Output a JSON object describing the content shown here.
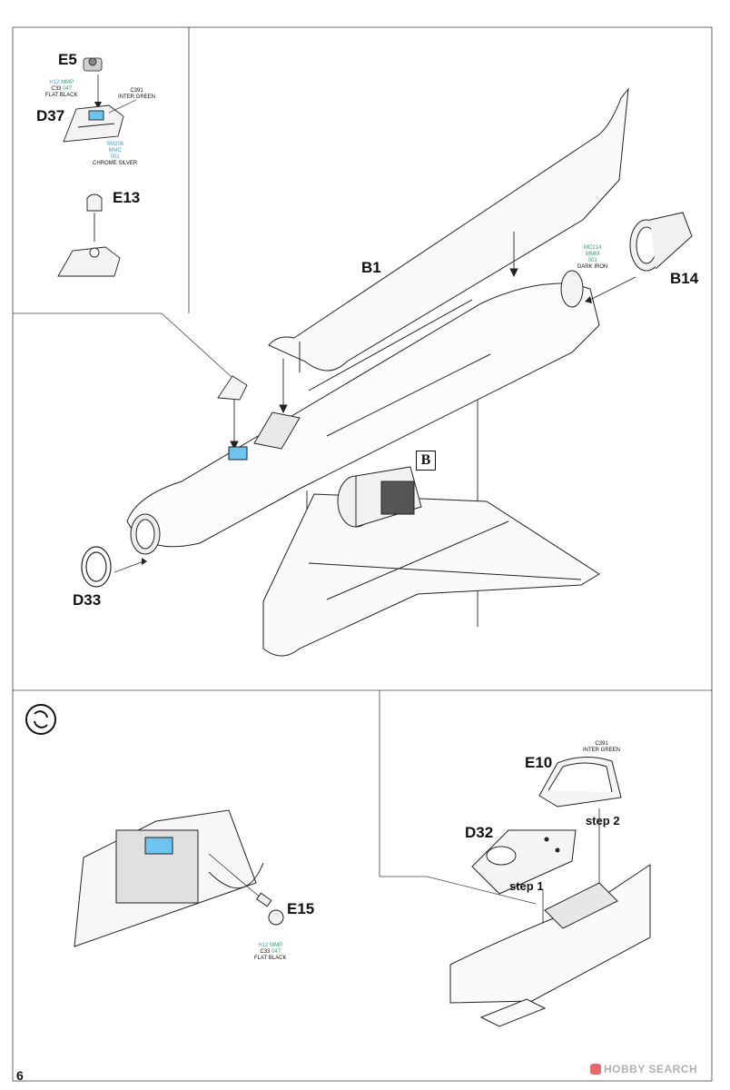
{
  "page": {
    "number": "6"
  },
  "parts": {
    "e5": "E5",
    "d37": "D37",
    "e13": "E13",
    "b1": "B1",
    "b14": "B14",
    "d33": "D33",
    "e15": "E15",
    "e10": "E10",
    "d32": "D32",
    "section_b": "B"
  },
  "paints": {
    "e5_code": "H12",
    "e5_mmp": "MMP",
    "e5_c": "C33",
    "e5_num": "047",
    "e5_name": "FLAT BLACK",
    "d37_c": "C391",
    "d37_name": "INTER GREEN",
    "d37_sm": "SM206",
    "d37_mmc": "MMC",
    "d37_num": "001",
    "d37_name2": "CHROME SILVER",
    "b14_mc": "MC214",
    "b14_mmm": "MMM",
    "b14_num": "001",
    "b14_name": "DARK IRON",
    "e15_code": "H12",
    "e15_mmp": "MMP",
    "e15_c": "C33",
    "e15_num": "047",
    "e15_name": "FLAT BLACK",
    "e10_c": "C391",
    "e10_name": "INTER GREEN"
  },
  "steps": {
    "step1": "step 1",
    "step2": "step 2"
  },
  "watermark": {
    "brand": "HOBBY SEARCH"
  },
  "icons": {
    "rotate_symbol": "rotate-arrows-icon"
  },
  "colors": {
    "paint_green": "#2aa36b",
    "paint_blue": "#3aa0d8",
    "highlight": "#6fc3ef"
  }
}
